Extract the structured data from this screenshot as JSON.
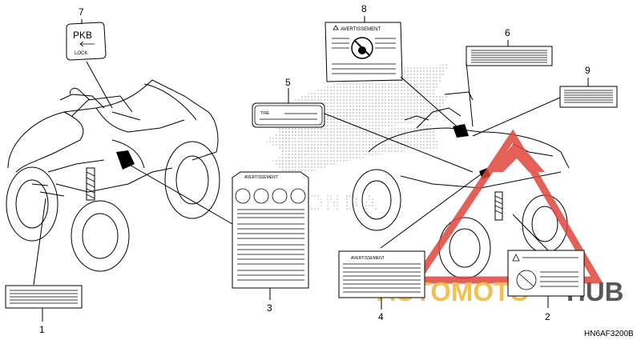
{
  "diagram_code": "HN6AF3200B",
  "callouts": {
    "c1": "1",
    "c2": "2",
    "c3": "3",
    "c4": "4",
    "c5": "5",
    "c6": "6",
    "c7": "7",
    "c8": "8",
    "c9": "9"
  },
  "labels": {
    "pkb_line1": "PKB",
    "pkb_line2": "LOCK",
    "warning_heading": "AVERTISSEMENT",
    "tire_heading": "TIRE"
  },
  "watermark": {
    "part_a": "AUTOMOTO",
    "part_b": "HUB",
    "color_gold": "#f2b632",
    "color_red": "#e0463c",
    "color_dark": "#3c3c3c"
  }
}
